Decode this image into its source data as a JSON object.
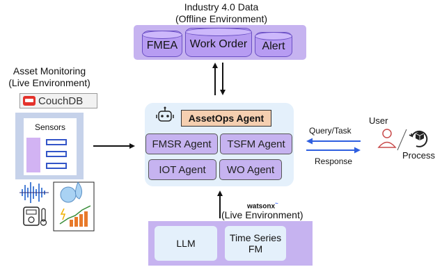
{
  "data_store": {
    "title_line1": "Industry 4.0 Data",
    "title_line2": "(Offline Environment)",
    "items": [
      "FMEA",
      "Work Order",
      "Alert"
    ]
  },
  "monitoring": {
    "title_line1": "Asset Monitoring",
    "title_line2": "(Live Environment)",
    "db_label": "CouchDB",
    "sensors_label": "Sensors"
  },
  "agents": {
    "main_label": "AssetOps  Agent",
    "sub_agents": [
      "FMSR Agent",
      "TSFM Agent",
      "IOT Agent",
      "WO Agent"
    ]
  },
  "interaction": {
    "user_label": "User",
    "process_label": "Process",
    "query_label": "Query/Task",
    "response_label": "Response"
  },
  "models": {
    "brand": "watsonx",
    "env_label": "(Live Environment)",
    "items": [
      "LLM",
      "Time Series FM"
    ]
  },
  "colors": {
    "purple_panel": "#c6b3f0",
    "light_blue_panel": "#e4f0fb",
    "agent_header": "#f5cfb0",
    "arrow_blue": "#2f5fe0",
    "couchdb_red": "#e4322b"
  }
}
